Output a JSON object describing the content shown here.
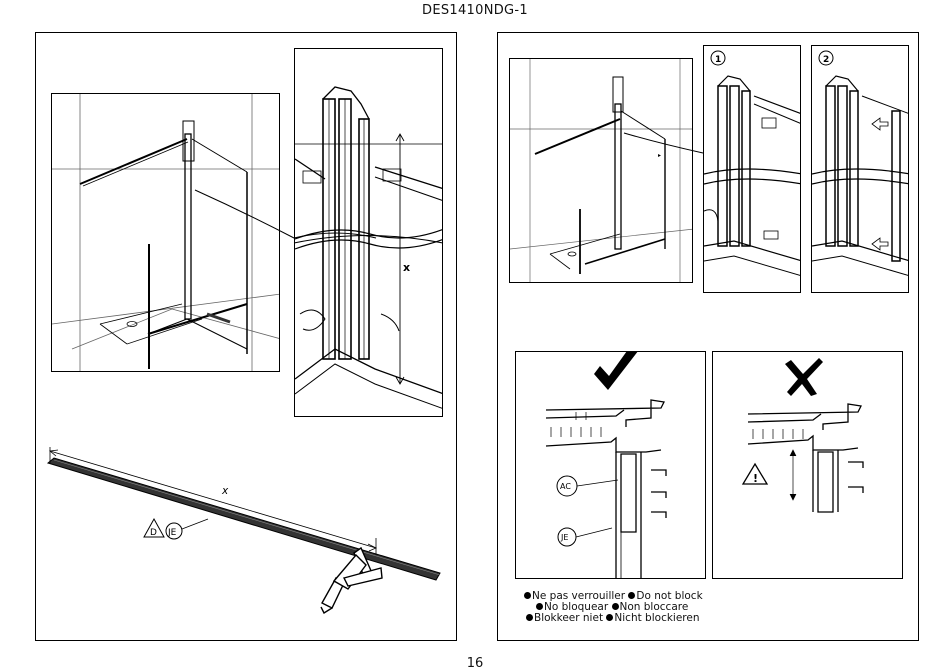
{
  "header": {
    "title": "DES1410NDG-1"
  },
  "footer": {
    "page_number": "16"
  },
  "left_panel": {
    "detail_label": "x",
    "profile_label": "x",
    "callout_d": "D",
    "callout_je": "JE"
  },
  "right_panel": {
    "step_1": "1",
    "step_2": "2",
    "callout_ac": "AC",
    "callout_je": "JE",
    "correct_mark": "check",
    "incorrect_mark": "cross",
    "warning_icon": "warning-triangle",
    "legend": [
      {
        "text": "Ne pas verrouiller"
      },
      {
        "text": "Do not block"
      },
      {
        "text": "No bloquear"
      },
      {
        "text": "Non bloccare"
      },
      {
        "text": "Blokkeer niet"
      },
      {
        "text": "Nicht blockieren"
      }
    ]
  }
}
